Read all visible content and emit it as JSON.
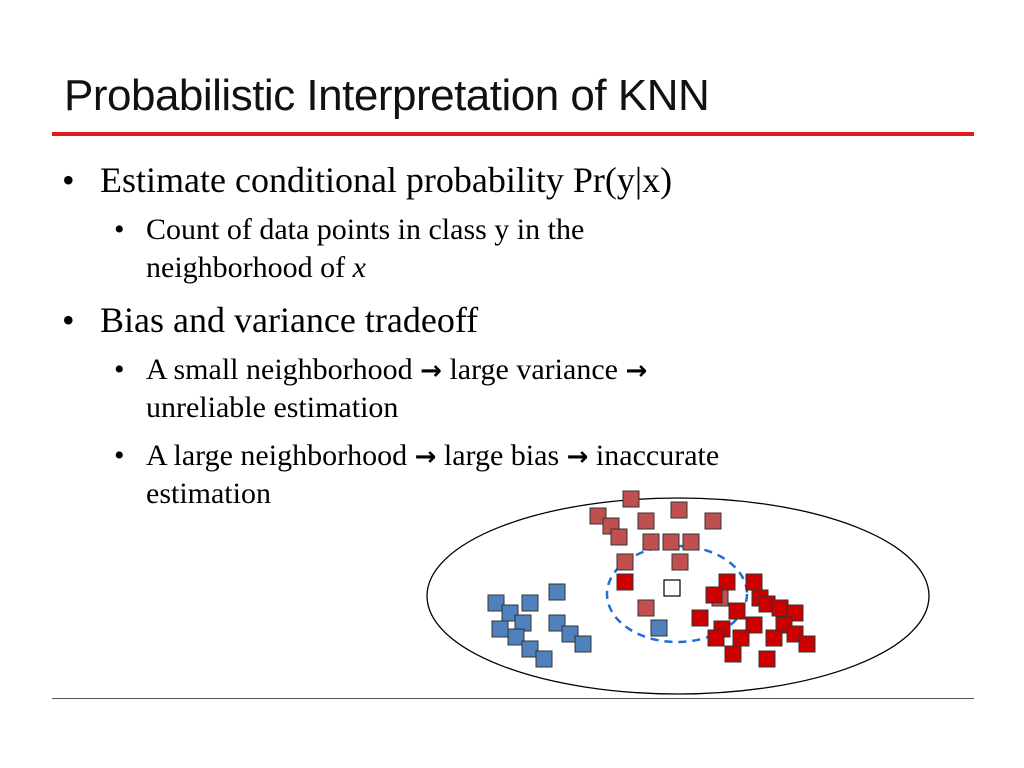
{
  "slide": {
    "title": "Probabilistic Interpretation of KNN",
    "accent_color": "#e01b1b"
  },
  "bullets": {
    "b1": "Estimate conditional probability Pr(y|x)",
    "b1_sub1_line1": "Count of data points in class y in the",
    "b1_sub1_line2": "neighborhood of ",
    "b1_sub1_var": "x",
    "b2": "Bias and variance tradeoff",
    "b2_sub1_a": "A small neighborhood",
    "b2_sub1_b": "large variance",
    "b2_sub1_line2": "unreliable estimation",
    "b2_sub2_a": "A large neighborhood",
    "b2_sub2_b": "large bias",
    "b2_sub2_c": "inaccurate",
    "b2_sub2_line2": "estimation",
    "bullet_char": "•",
    "arrow_char": "→"
  },
  "illustration": {
    "colors": {
      "class_a": "#c0504d",
      "class_b": "#cc0000",
      "class_c": "#4f81bd",
      "query_fill": "#ffffff",
      "neighborhood_stroke": "#1f6fd6"
    }
  }
}
